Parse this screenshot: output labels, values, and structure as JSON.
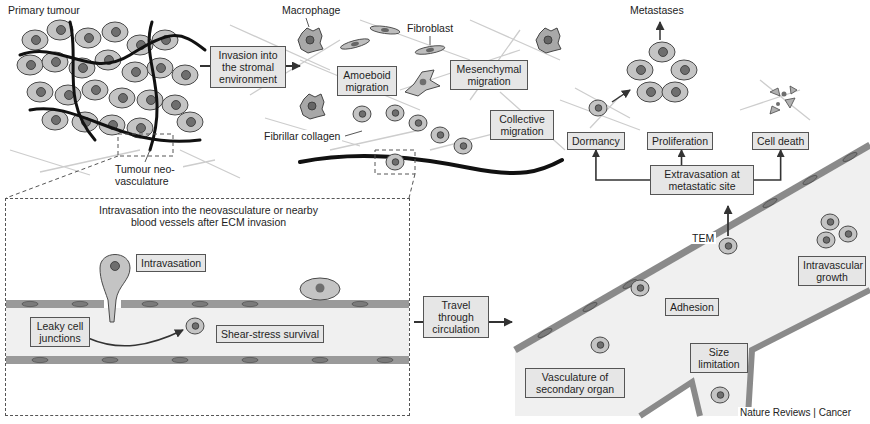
{
  "diagram": {
    "nodes": [
      {
        "text": [
          "Invasion into the stromal environment"
        ]
      },
      {
        "text": [
          "Amoeboid migration"
        ]
      },
      {
        "text": [
          "Mesenchymal migration"
        ]
      },
      {
        "text": [
          "Collective migration"
        ]
      },
      {
        "text": [
          "Dormancy"
        ]
      },
      {
        "text": [
          "Proliferation"
        ]
      },
      {
        "text": [
          "Cell death"
        ]
      },
      {
        "text": [
          "Extravasation at metastatic site"
        ]
      },
      {
        "text": [
          "Intravascular growth"
        ]
      },
      {
        "text": [
          "Adhesion"
        ]
      },
      {
        "text": [
          "Size limitation"
        ]
      },
      {
        "text": [
          "Vasculature of secondary organ"
        ]
      },
      {
        "text": [
          "Intravasation into the neovasculature or nearby blood vessels after ECM invasion"
        ]
      },
      {
        "text": [
          "Intravasation"
        ],
        "in": 12
      },
      {
        "text": [
          "Leaky cell junctions"
        ],
        "in": 12
      },
      {
        "text": [
          "Shear-stress survival"
        ],
        "in": 12
      },
      {
        "text": [
          "Travel through circulation"
        ]
      }
    ],
    "edges": [
      {
        "from": 7,
        "to": 4,
        "arrow": "to"
      },
      {
        "from": 7,
        "to": 5,
        "arrow": "to"
      },
      {
        "from": 7,
        "to": 6,
        "arrow": "to"
      }
    ],
    "labels": [
      "Primary tumour",
      "Macrophage",
      "Fibroblast",
      "Fibrillar collagen",
      "Tumour neo-vasculature",
      "Metastases",
      "TEM",
      "Nature Reviews | Cancer"
    ]
  }
}
